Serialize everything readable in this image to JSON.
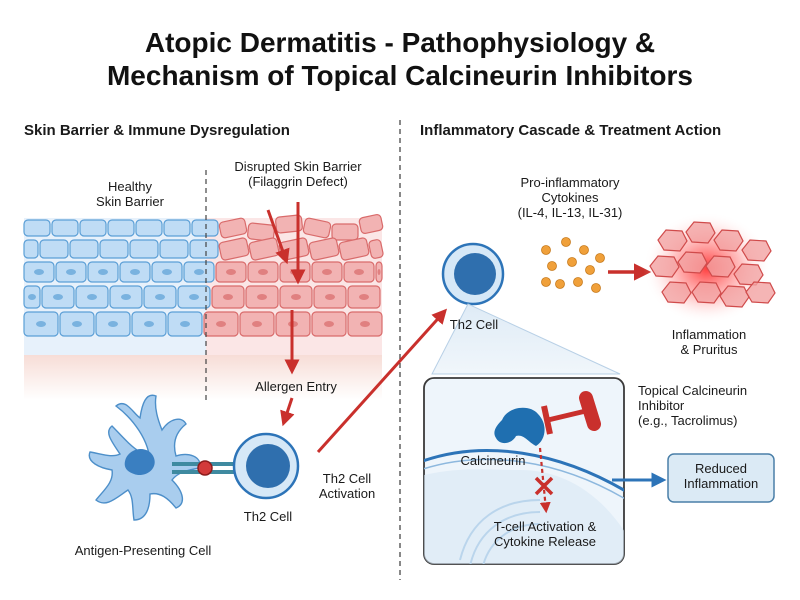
{
  "title": "Atopic Dermatitis - Pathophysiology &\nMechanism of Topical Calcineurin Inhibitors",
  "left_panel": {
    "heading": "Skin Barrier & Immune Dysregulation",
    "healthy_label": "Healthy\nSkin Barrier",
    "disrupted_label": "Disrupted Skin Barrier\n(Filaggrin Defect)",
    "allergen_label": "Allergen Entry",
    "apc_label": "Antigen-Presenting Cell",
    "th2_label": "Th2 Cell",
    "activation_label": "Th2 Cell\nActivation"
  },
  "right_panel": {
    "heading": "Inflammatory Cascade & Treatment Action",
    "cytokines_label": "Pro-inflammatory\nCytokines\n(IL-4, IL-13, IL-31)",
    "th2_label": "Th2 Cell",
    "inflammation_label": "Inflammation\n& Pruritus",
    "inhibitor_label": "Topical Calcineurin\nInhibitor\n(e.g., Tacrolimus)",
    "calcineurin_label": "Calcineurin",
    "tcell_label": "T-cell Activation &\nCytokine Release",
    "reduced_label": "Reduced\nInflammation"
  },
  "colors": {
    "healthy_cell": "#bfdcf5",
    "healthy_cell_border": "#5b9fd6",
    "disrupted_cell": "#f2b3b3",
    "disrupted_cell_border": "#d96b6b",
    "arrow_red": "#c9302c",
    "cell_blue": "#2d74b8",
    "cell_blue_light": "#d6e8f7",
    "cytokine_orange": "#f0a03a",
    "box_border": "#4a7fa8",
    "box_fill": "#dbeaf5"
  }
}
